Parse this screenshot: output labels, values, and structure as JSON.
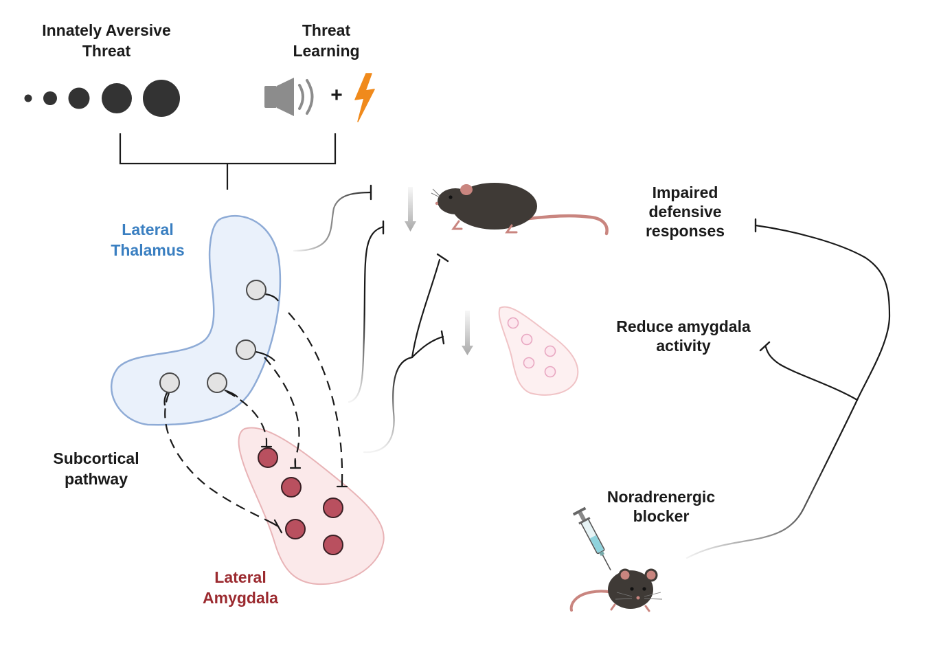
{
  "labels": {
    "innately_aversive": "Innately Aversive\nThreat",
    "threat_learning": "Threat\nLearning",
    "plus": "+",
    "lateral_thalamus": "Lateral\nThalamus",
    "subcortical_pathway": "Subcortical\npathway",
    "lateral_amygdala": "Lateral\nAmygdala",
    "impaired_defensive": "Impaired\ndefensive\nresponses",
    "reduce_amygdala": "Reduce amygdala\nactivity",
    "noradrenergic_blocker": "Noradrenergic\nblocker"
  },
  "colors": {
    "thalamus_fill": "#eaf1fb",
    "thalamus_stroke": "#8eabd6",
    "amygdala_fill": "#fbe9ea",
    "amygdala_stroke": "#e8b3b6",
    "amygdala_neuron": "#b9505f",
    "thalamus_neuron": "#e3e3e3",
    "dots": "#333333",
    "speaker": "#8c8c8c",
    "lightning": "#f08a1c",
    "mouse_body": "#3f3a36",
    "mouse_tail": "#c9857f"
  },
  "icons": {
    "size_dots": "threat-size-dots-icon",
    "speaker": "speaker-icon",
    "lightning": "lightning-bolt-icon",
    "mouse": "mouse-icon",
    "syringe": "syringe-icon",
    "down_arrow": "down-arrow-icon"
  }
}
